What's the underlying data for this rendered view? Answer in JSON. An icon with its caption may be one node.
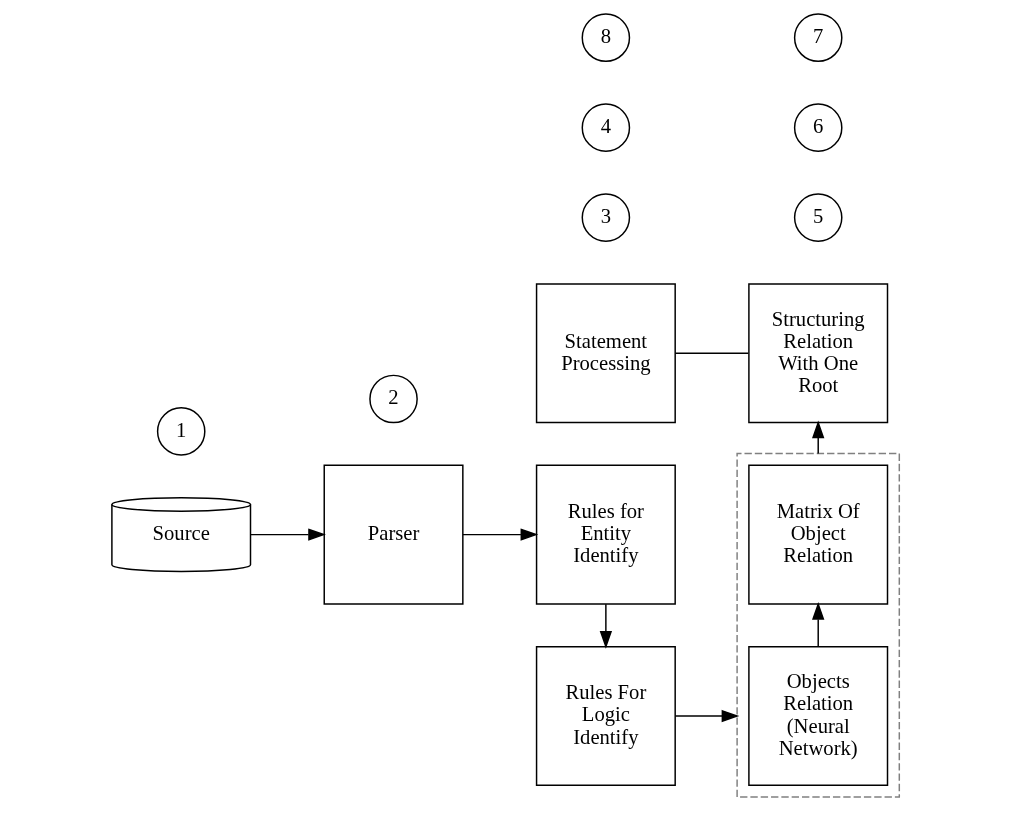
{
  "diagram": {
    "nodes": [
      {
        "text": [
          "Source"
        ]
      },
      {
        "text": [
          "Parser"
        ]
      },
      {
        "text": [
          "Rules for Entity Identify"
        ]
      },
      {
        "text": [
          "Rules For Logic Identify"
        ]
      },
      {
        "text": [],
        "shape": "box"
      },
      {
        "text": [
          "Objects Relation (Neural Network)"
        ],
        "in": 4
      },
      {
        "text": [
          "Matrix Of Object Relation"
        ],
        "in": 4
      },
      {
        "text": [
          "Structuring Relation With One Root"
        ]
      },
      {
        "text": [
          "Statement Processing"
        ]
      },
      {
        "text": [
          "1"
        ]
      },
      {
        "text": [
          "2"
        ]
      },
      {
        "text": [
          "3"
        ]
      },
      {
        "text": [
          "4"
        ]
      },
      {
        "text": [
          "5"
        ]
      },
      {
        "text": [
          "6"
        ]
      },
      {
        "text": [
          "7"
        ]
      },
      {
        "text": [
          "8"
        ]
      }
    ],
    "edges": [
      {
        "from": 0,
        "to": 1,
        "arrow": "to"
      },
      {
        "from": 1,
        "to": 2,
        "arrow": "to"
      },
      {
        "from": 2,
        "to": 3,
        "arrow": "to"
      },
      {
        "from": 3,
        "to": 4,
        "arrow": "to"
      },
      {
        "from": 5,
        "to": 6,
        "arrow": "to"
      },
      {
        "from": 4,
        "to": 7,
        "arrow": "to"
      },
      {
        "from": 7,
        "to": 8,
        "arrow": "none"
      }
    ]
  }
}
